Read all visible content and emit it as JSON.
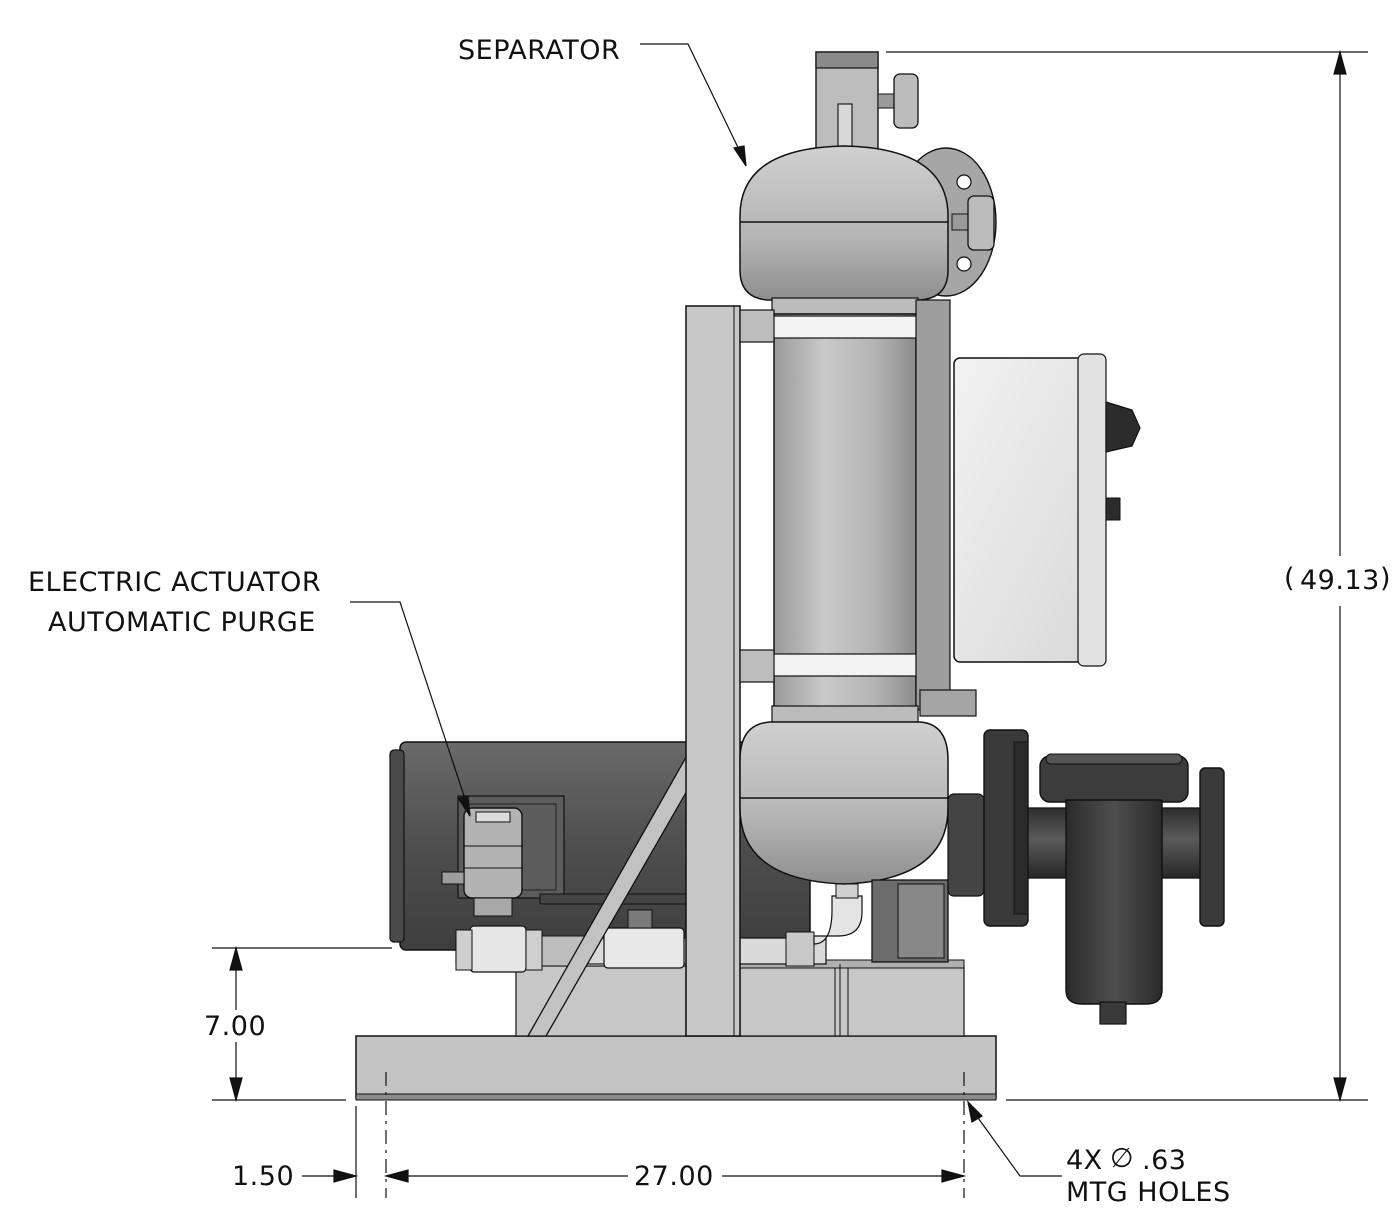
{
  "callouts": {
    "separator": "SEPARATOR",
    "actuator_line1": "ELECTRIC ACTUATOR",
    "actuator_line2": "AUTOMATIC PURGE",
    "holes_line1": "4X",
    "holes_diameter_symbol": "∅",
    "holes_line1_value": ".63",
    "holes_line2": "MTG HOLES"
  },
  "dimensions": {
    "overall_height": "49.13",
    "overall_height_open_paren": "(",
    "overall_height_close_paren": ")",
    "base_height": "7.00",
    "hole_offset": "1.50",
    "hole_spacing": "27.00"
  },
  "colors": {
    "steel_light": "#c8c8c8",
    "steel_mid": "#a9a9a9",
    "motor_dark": "#555555",
    "pipe_dark": "#3c3c3c",
    "enclosure_white": "#eeeeee",
    "line": "#111111"
  }
}
